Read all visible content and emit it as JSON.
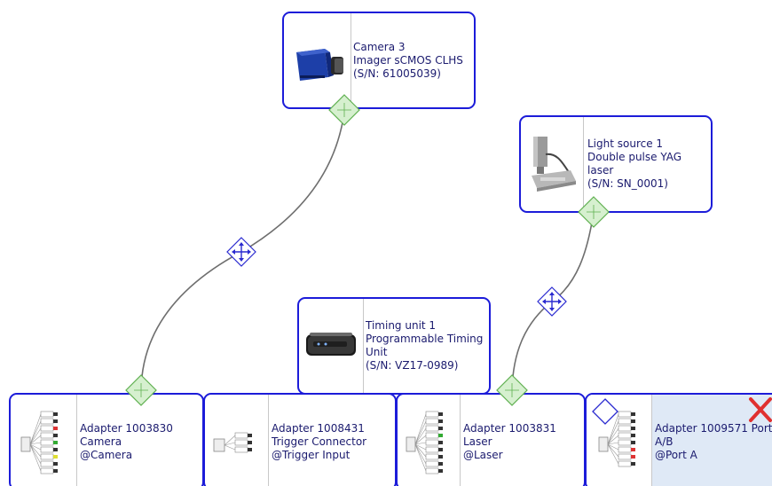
{
  "nodes": {
    "camera": {
      "name": "Camera 3",
      "model": "Imager sCMOS CLHS",
      "serial": "(S/N: 61005039)"
    },
    "light_source": {
      "name": "Light source 1",
      "model": "Double pulse YAG laser",
      "serial": "(S/N: SN_0001)"
    },
    "timing_unit": {
      "name": "Timing unit 1",
      "model": "Programmable Timing Unit",
      "serial": "(S/N: VZ17-0989)"
    }
  },
  "adapters": [
    {
      "name": "Adapter 1003830",
      "role": "Camera",
      "port": "@Camera"
    },
    {
      "name": "Adapter 1008431",
      "role": "Trigger Connector",
      "port": "@Trigger Input"
    },
    {
      "name": "Adapter 1003831",
      "role": "Laser",
      "port": "@Laser"
    },
    {
      "name": "Adapter 1009571 Port",
      "role": "A/B",
      "port": "@Port A"
    }
  ],
  "colors": {
    "border": "#1c1cd9",
    "connector_green": "#7bc86b",
    "junction_blue": "#2a2ad0",
    "close_red": "#e03030",
    "selected_bg": "#dfe9f6"
  },
  "icons": [
    "camera-device-icon",
    "laser-device-icon",
    "timing-unit-icon",
    "adapter-cable-icon",
    "connector-diamond-icon",
    "junction-move-icon",
    "close-x-icon"
  ]
}
